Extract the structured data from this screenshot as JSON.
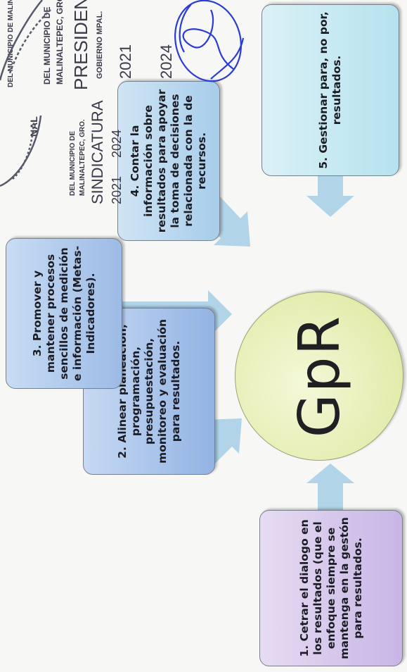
{
  "diagram": {
    "center_label": "GpR",
    "boxes": [
      {
        "text": "1. Cetrar el dialogo en los resultados (que el enfoque siempre se mantenga en la gestón para resultados."
      },
      {
        "text": "2. Alinear planeación, programación, presupuestación, monitoreo y evaluación para resultados."
      },
      {
        "text": "3. Promover y mantener procesos sencillos de medición e información (Metas-Indicadores)."
      },
      {
        "text": "4. Contar la información sobre resultados para apoyar la toma de decisiones relacionada con la de recursos."
      },
      {
        "text": "5. Gestionar para, no por, resultados."
      }
    ]
  },
  "stamps": {
    "seal_lettering": "DEL MUNICIPIO DE MALINALTEPEC, GRO.",
    "seal_fragment": "NAL",
    "stamp2_lines": [
      "DEL MUNICIPIO DE",
      "MALINALTEPEC, GRO.",
      "PRESIDENCIA",
      "GOBIERNO MPAL.",
      "2021",
      "2024"
    ],
    "stamp1_lines": [
      "DEL MUNICIPIO DE",
      "MALINALTEPEC, GRO.",
      "SINDICATURA",
      "2021",
      "2024"
    ]
  },
  "colors": {
    "arrow": "#a8cfe8",
    "ink": "#2b3bd6",
    "center_fill": "#e4ecae"
  }
}
